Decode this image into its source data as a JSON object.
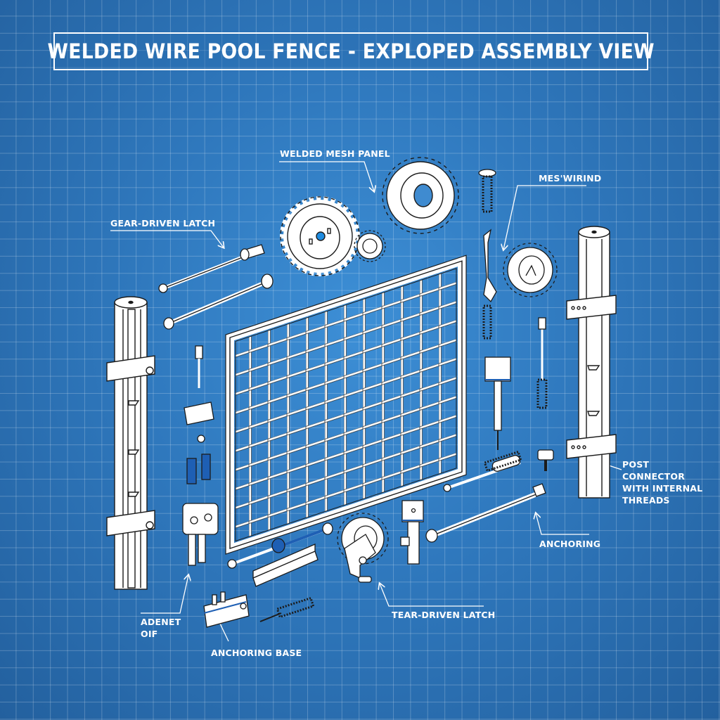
{
  "diagram": {
    "title": "WELDED WIRE POOL FENCE - EXPLOPED ASSEMBLY VIEW",
    "background_color": "#2f78bd",
    "line_color": "#ffffff",
    "accent_color": "#1e5fb4",
    "callouts": [
      {
        "id": "welded-mesh-panel",
        "text": "WELDED MESH PANEL"
      },
      {
        "id": "mes-wirind",
        "text": "MES'WIRIND"
      },
      {
        "id": "gear-driven-latch-top",
        "text": "GEAR-DRIVEN LATCH"
      },
      {
        "id": "post-connector",
        "lines": [
          "POST",
          "CONNECTOR",
          "WITH INTERNAL",
          "THREADS"
        ]
      },
      {
        "id": "anchoring",
        "text": "ANCHORING"
      },
      {
        "id": "tear-driven-latch",
        "text": "TEAR-DRIVEN LATCH"
      },
      {
        "id": "anchoring-base",
        "text": "ANCHORING BASE"
      },
      {
        "id": "adenet-oif",
        "lines": [
          "ADENET",
          "OIF"
        ]
      }
    ],
    "components": [
      "welded-mesh-panel",
      "left-post",
      "right-post",
      "large-gear-left",
      "large-gear-top",
      "small-gear",
      "side-gear",
      "latch-gear-assembly",
      "hinge-rods",
      "compression-springs",
      "latch-bracket",
      "anchoring-base-bracket",
      "threaded-rods",
      "blue-sleeve-rod",
      "flat-bar"
    ]
  }
}
